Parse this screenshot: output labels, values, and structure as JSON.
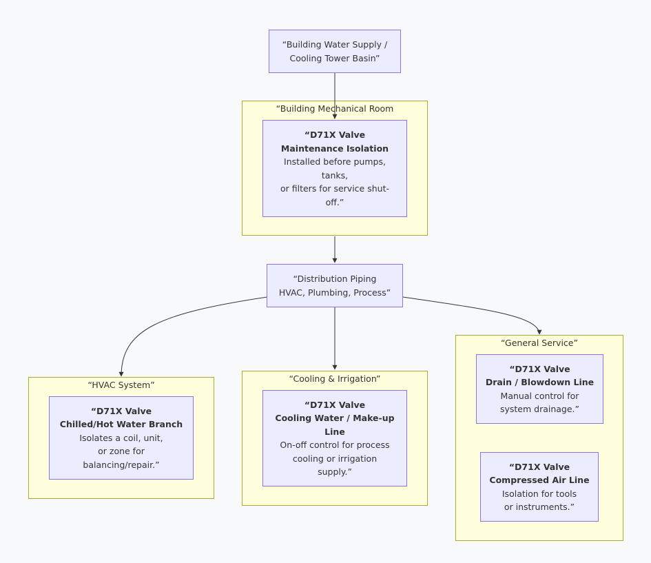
{
  "nodes": {
    "supply": {
      "lines": [
        "“Building Water Supply /",
        "Cooling Tower Basin”"
      ]
    },
    "maintenance": {
      "strong": [
        "“D71X Valve",
        "Maintenance Isolation"
      ],
      "lines": [
        "Installed before pumps,",
        "tanks,",
        "or filters for service shut-",
        "off.”"
      ]
    },
    "distribution": {
      "lines": [
        "“Distribution Piping",
        "HVAC, Plumbing, Process”"
      ]
    },
    "hvac_valve": {
      "strong": [
        "“D71X Valve",
        "Chilled/Hot Water Branch"
      ],
      "lines": [
        "Isolates a coil, unit,",
        "or zone for",
        "balancing/repair.”"
      ]
    },
    "cooling_valve": {
      "strong": [
        "“D71X Valve",
        "Cooling Water / Make-up",
        "Line"
      ],
      "lines": [
        "On-off control for process",
        "cooling or irrigation",
        "supply.”"
      ]
    },
    "drain_valve": {
      "strong": [
        "“D71X Valve",
        "Drain / Blowdown Line"
      ],
      "lines": [
        "Manual control for",
        "system drainage.”"
      ]
    },
    "air_valve": {
      "strong": [
        "“D71X Valve",
        "Compressed Air Line"
      ],
      "lines": [
        "Isolation for tools",
        "or instruments.”"
      ]
    }
  },
  "clusters": {
    "mechanical_room": {
      "label": "“Building Mechanical Room",
      "label_sub": "/"
    },
    "hvac_system": {
      "label": "“HVAC System”"
    },
    "cooling_irrigation": {
      "label": "“Cooling & Irrigation”"
    },
    "general_service": {
      "label": "“General Service”"
    }
  },
  "colors": {
    "node_fill": "#ececff",
    "node_border": "#9370db",
    "cluster_fill": "#ffffde",
    "cluster_border": "#aaaa33",
    "edge": "#333333",
    "background": "#f8f9fb"
  }
}
